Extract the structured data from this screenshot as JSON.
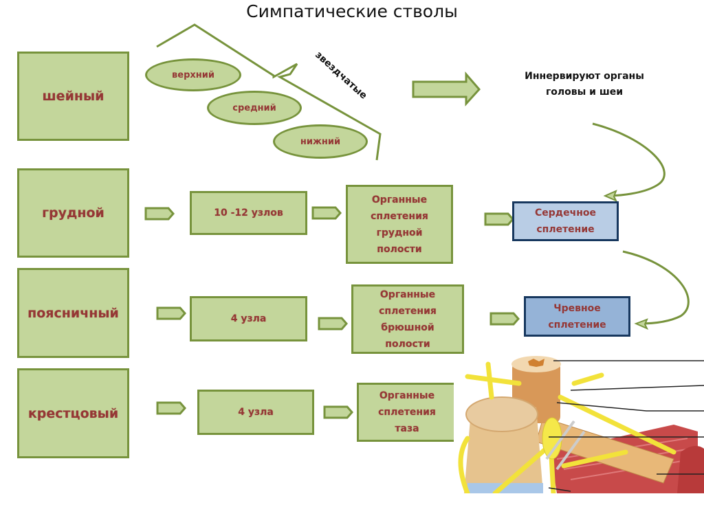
{
  "title": "Симпатические стволы",
  "colors": {
    "green_fill": "#c3d69b",
    "green_border": "#77933c",
    "text_red": "#953735",
    "blue_light": "#b9cde5",
    "blue_dark": "#95b3d7",
    "blue_border": "#17375e"
  },
  "sections": [
    {
      "label": "шейный",
      "ganglia": [
        "верхний",
        "средний",
        "нижний"
      ],
      "bracket_label": "звездчатые",
      "result": "Иннервируют органы головы и шеи"
    },
    {
      "label": "грудной",
      "nodes": "10 -12 узлов",
      "plexus": "Органные сплетения грудной полости",
      "target": "Сердечное сплетение"
    },
    {
      "label": "поясничный",
      "nodes": "4  узла",
      "plexus": "Органные сплетения брюшной полости",
      "target": "Чревное сплетение"
    },
    {
      "label": "крестцовый",
      "nodes": "4  узла",
      "plexus": "Органные сплетения таза"
    }
  ],
  "illustration": {
    "subject": "spinal-cord-sympathetic-trunk-anatomy",
    "label_lines": 6
  }
}
